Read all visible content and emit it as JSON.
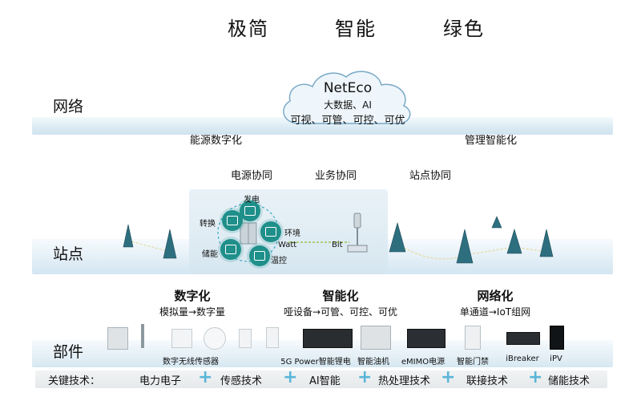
{
  "headlines": [
    "极简",
    "智能",
    "绿色"
  ],
  "layers": {
    "network": "网络",
    "site": "站点",
    "parts": "部件"
  },
  "cloud": {
    "title": "NetEco",
    "line1": "大数据、AI",
    "line2": "可视、可管、可控、可优"
  },
  "network_labels": {
    "left": "能源数字化",
    "right": "管理智能化"
  },
  "coordination": [
    "电源协同",
    "业务协同",
    "站点协同"
  ],
  "energy_ring": {
    "top": "发电",
    "right": "环境",
    "bottom_right": "温控",
    "left_top": "转换",
    "left_bottom": "储能"
  },
  "flow": {
    "watt": "Watt",
    "bit": "Bit"
  },
  "pillars": [
    {
      "title": "数字化",
      "desc": "模拟量→数字量"
    },
    {
      "title": "智能化",
      "desc": "哑设备→可管、可控、可优"
    },
    {
      "title": "网络化",
      "desc": "单通道→IoT组网"
    }
  ],
  "devices": {
    "sensors": "数字无线传感器",
    "lithium": "5G Power智能锂电",
    "oil": "智能油机",
    "emimo": "eMIMO电源",
    "door": "智能门禁",
    "breaker": "iBreaker",
    "ipv": "iPV"
  },
  "tech": {
    "label": "关键技术：",
    "items": [
      "电力电子",
      "传感技术",
      "AI智能",
      "热处理技术",
      "联接技术",
      "储能技术"
    ]
  },
  "colors": {
    "accent": "#1f8f8a",
    "plus": "#5ab6d8",
    "cloud": "#eaf4fb"
  }
}
